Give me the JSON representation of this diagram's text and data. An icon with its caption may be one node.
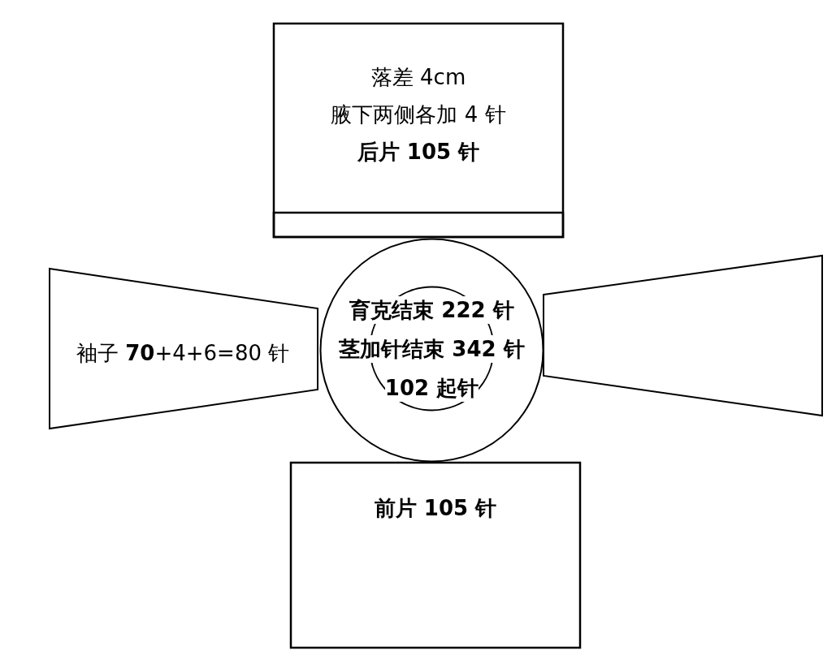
{
  "diagram": {
    "nodes": [
      {
        "text": [
          "落差 4cm",
          "腋下两侧各加 4 针",
          "后片 105 针"
        ]
      },
      {
        "text": [],
        "shape": "band",
        "in": 0
      },
      {
        "text": [
          "袖子 **70**+4+6=80 针"
        ]
      },
      {
        "text": [],
        "shape": "circle"
      },
      {
        "text": [
          "育克结束 222 针",
          "茎加针结束 342 针",
          "102 起针"
        ],
        "in": 3
      },
      {
        "text": [],
        "shape": "trapezoid"
      },
      {
        "text": [
          "前片 105 针"
        ]
      }
    ]
  }
}
